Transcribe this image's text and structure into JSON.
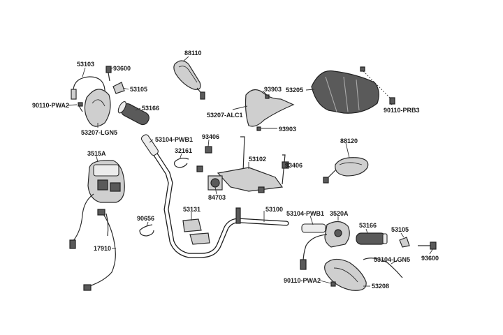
{
  "labels": {
    "l_53103": "53103",
    "l_93600_top": "93600",
    "l_53105_top": "53105",
    "l_90110_pwa2_top": "90110-PWA2",
    "l_53166_top": "53166",
    "l_53207_lgn5": "53207-LGN5",
    "l_88110": "88110",
    "l_53207_alc1": "53207-ALC1",
    "l_93903_a": "93903",
    "l_93903_b": "93903",
    "l_53205": "53205",
    "l_90110_prb3": "90110-PRB3",
    "l_53104_pwb1_top": "53104-PWB1",
    "l_32161": "32161",
    "l_93406_a": "93406",
    "l_53102": "53102",
    "l_93406_b": "93406",
    "l_84703": "84703",
    "l_88120": "88120",
    "l_3515a": "3515A",
    "l_53131": "53131",
    "l_53100": "53100",
    "l_53104_pwb1_bot": "53104-PWB1",
    "l_3520a": "3520A",
    "l_53166_bot": "53166",
    "l_53105_bot": "53105",
    "l_90656": "90656",
    "l_17910": "17910",
    "l_53104_lgn5": "53104-LGN5",
    "l_93600_bot": "93600",
    "l_90110_pwa2_bot": "90110-PWA2",
    "l_53208": "53208"
  }
}
